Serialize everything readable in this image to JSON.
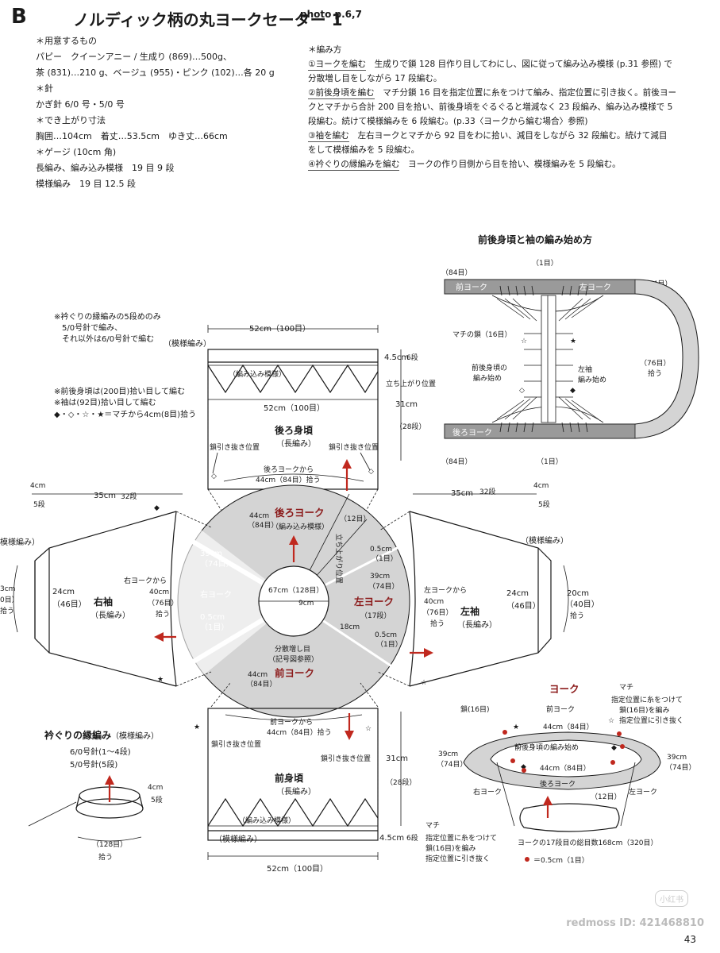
{
  "header": {
    "letter": "B",
    "title": "ノルディック柄の丸ヨークセーター 1",
    "photo": "photo p.6,7"
  },
  "materials": [
    "＊用意するもの",
    "パピー　クイーンアニー / 生成り (869)…500g、",
    "茶 (831)…210 g、ベージュ (955)・ピンク (102)…各 20 g",
    "＊針",
    "かぎ針 6/0 号・5/0 号",
    "＊でき上がり寸法",
    "胸囲…104cm　着丈…53.5cm　ゆき丈…66cm",
    "＊ゲージ (10cm 角)",
    "長編み、編み込み模様　19 目 9 段",
    "模様編み　19 目 12.5 段"
  ],
  "howto": {
    "heading": "＊編み方",
    "steps": [
      {
        "lead": "①ヨークを編む",
        "text": "　生成りで鎖 128 目作り目してわにし、図に従って編み込み模様 (p.31 参照) で",
        "cont": [
          "分散増し目をしながら 17 段編む。"
        ]
      },
      {
        "lead": "②前後身頃を編む",
        "text": "　マチ分鎖 16 目を指定位置に糸をつけて編み、指定位置に引き抜く。前後ヨー",
        "cont": [
          "クとマチから合計 200 目を拾い、前後身頃をぐるぐると増減なく 23 段編み、編み込み模様で 5",
          "段編む。続けて模様編みを 6 段編む。(p.33〈ヨークから編む場合〉参照)"
        ]
      },
      {
        "lead": "③袖を編む",
        "text": "　左右ヨークとマチから 92 目をわに拾い、減目をしながら 32 段編む。続けて減目",
        "cont": [
          "をして模様編みを 5 段編む。"
        ]
      },
      {
        "lead": "④衿ぐりの縁編みを編む",
        "text": "　ヨークの作り目側から目を拾い、模様編みを 5 段編む。",
        "cont": []
      }
    ]
  },
  "notes": {
    "collar_note": [
      "※衿ぐりの縁編みの5段めのみ",
      "　5/0号針で編み、",
      "　それ以外は6/0号針で編む"
    ],
    "body_notes": [
      "※前後身頃は(200目)拾い目して編む",
      "※袖は(92目)拾い目して編む",
      "◆・◇・☆・★＝マチから4cm(8目)拾う"
    ]
  },
  "back_body": {
    "width": "52cm（100目）",
    "width_mid": "52cm（100目）",
    "border": "（模様編み）",
    "colorwork": "（編み込み模様）",
    "height_top_a": "4.5cm",
    "height_top_b": "6段",
    "height_a": "立ち上がり位置",
    "height_b": "31cm",
    "height_c": "（28段）",
    "name": "後ろ身頃",
    "stitch": "（長編み）",
    "slip_left": "鎖引き抜き位置",
    "slip_right": "鎖引き抜き位置",
    "pickup_a": "後ろヨークから",
    "pickup_b": "44cm（84目）拾う"
  },
  "front_body": {
    "pickup_a": "前ヨークから",
    "pickup_b": "44cm（84目）拾う",
    "slip_left": "鎖引き抜き位置",
    "slip_right": "鎖引き抜き位置",
    "name": "前身頃",
    "stitch": "（長編み）",
    "colorwork": "（編み込み模様）",
    "border": "（模様編み）",
    "height_a": "31cm",
    "height_b": "（28段）",
    "height_bot_a": "4.5cm",
    "height_bot_b": "6段",
    "width": "52cm（100目）"
  },
  "right_sleeve": {
    "cuff_a": "4cm",
    "cuff_b": "5段",
    "length_a": "35cm",
    "length_b": "32段",
    "border": "模様編み）",
    "width_a": "24cm",
    "width_b": "（46目）",
    "end_a": "3cm",
    "end_b": "0目）",
    "end_c": "拾う",
    "name": "右袖",
    "stitch": "（長編み）",
    "pickup_a": "右ヨークから",
    "pickup_b": "40cm",
    "pickup_c": "（76目）",
    "pickup_d": "拾う"
  },
  "left_sleeve": {
    "length_a": "35cm",
    "length_b": "32段",
    "cuff_a": "4cm",
    "cuff_b": "5段",
    "border": "（模様編み）",
    "pickup_a": "左ヨークから",
    "pickup_b": "40cm",
    "pickup_c": "（76目）",
    "pickup_d": "拾う",
    "name": "左袖",
    "stitch": "（長編み）",
    "width_a": "24cm",
    "width_b": "（46目）",
    "end_a": "20cm",
    "end_b": "（40目）",
    "end_c": "拾う"
  },
  "yoke_diagram": {
    "back_name": "後ろヨーク",
    "back_a": "44cm",
    "back_b": "（84目）",
    "back_c": "（編み込み模様）",
    "twelve": "（12目）",
    "rise": "立ち上がり位置",
    "left_a": "0.5cm",
    "left_b": "（1目）",
    "left_c": "39cm",
    "left_d": "（74目）",
    "left_name": "左ヨーク",
    "seventeen": "（17段）",
    "len": "18cm",
    "left_e": "0.5cm",
    "left_f": "（1目）",
    "center_a": "67cm（128目）",
    "center_b": "9cm",
    "ghost_a": "39cm",
    "ghost_b": "（74目）",
    "ghost_name": "右ヨーク",
    "ghost_c": "0.5cm",
    "ghost_d": "（1目）",
    "inc_a": "分散増し目",
    "inc_b": "（記号図参照）",
    "front_a": "44cm",
    "front_b": "（84目）",
    "front_name": "前ヨーク"
  },
  "start_diagram": {
    "title": "前後身頃と袖の編み始め方",
    "one_top": "（1目）",
    "one_bot": "（1目）",
    "left_top": "（84目）",
    "left_bot": "（84目）",
    "front_yoke": "前ヨーク",
    "back_yoke": "後ろヨーク",
    "left_yoke": "左ヨーク",
    "right_count": "（74目）",
    "gusset": "マチの鎖（16目）",
    "body_start_a": "前後身頃の",
    "body_start_b": "編み始め",
    "sleeve_a": "左袖",
    "sleeve_b": "編み始め",
    "pick_a": "（76目）",
    "pick_b": "拾う"
  },
  "collar": {
    "title": "衿ぐりの縁編み",
    "title_sub": "（模様編み）",
    "needle_a": "6/0号針(1～4段)",
    "needle_b": "5/0号針(5段)",
    "h_a": "4cm",
    "h_b": "5段",
    "count": "（128目）",
    "pick": "拾う"
  },
  "yoke_3d": {
    "title": "ヨーク",
    "machi": "マチ",
    "machi_note": [
      "指定位置に糸をつけて",
      "鎖(16目)を編み",
      "指定位置に引き抜く"
    ],
    "chain": "鎖(16目)",
    "front": "前ヨーク",
    "front_len": "44cm（84目）",
    "start": "前後身頃の編み始め",
    "back_len": "44cm（84目）",
    "left_a": "39cm",
    "left_b": "（74目）",
    "right_a": "39cm",
    "right_b": "（74目）",
    "right_yoke": "右ヨーク",
    "back": "後ろヨーク",
    "left_yoke": "左ヨーク",
    "twelve": "（12目）",
    "machi2": "マチ",
    "machi2_note": [
      "指定位置に糸をつけて",
      "鎖(16目)を編み",
      "指定位置に引き抜く"
    ],
    "total": "ヨークの17段目の総目数168cm（320目）",
    "legend": "＝0.5cm（1目）"
  },
  "footer": {
    "page": "43",
    "watermark": "redmoss ID: 421468810",
    "logo": "小红书"
  },
  "colors": {
    "grey_fill": "#d4d4d4",
    "accent_red": "#c0281e",
    "label_red": "#8b1a1a"
  }
}
